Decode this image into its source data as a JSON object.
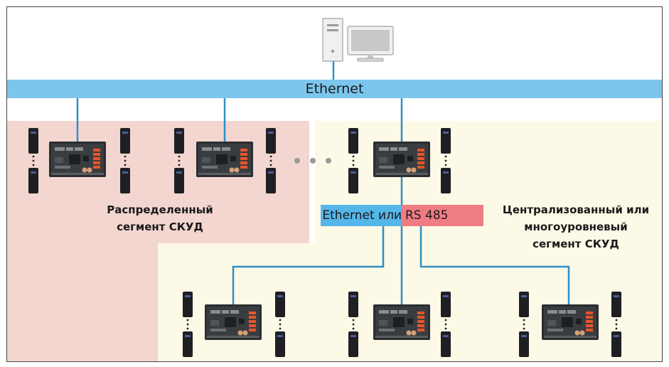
{
  "ethernet_bus": {
    "label": "Ethernet"
  },
  "link": {
    "part1": "Ethernet или",
    "part2": "RS 485"
  },
  "segments": {
    "distributed": {
      "line1": "Распределенный",
      "line2": "сегмент СКУД"
    },
    "centralized": {
      "line1": "Централизованный или",
      "line2": "многоуровневый",
      "line3": "сегмент СКУД"
    }
  },
  "colors": {
    "bus_blue": "#7cc6ee",
    "line_blue": "#2f8fc8",
    "distributed_bg": "#f2d6cf",
    "centralized_bg": "#fcf9e6",
    "rs485_red": "#f07c83",
    "ethernet_blue": "#55b6ea"
  },
  "icons": [
    "computer-icon",
    "controller-board-icon",
    "card-reader-icon",
    "ellipsis-dots-icon"
  ]
}
